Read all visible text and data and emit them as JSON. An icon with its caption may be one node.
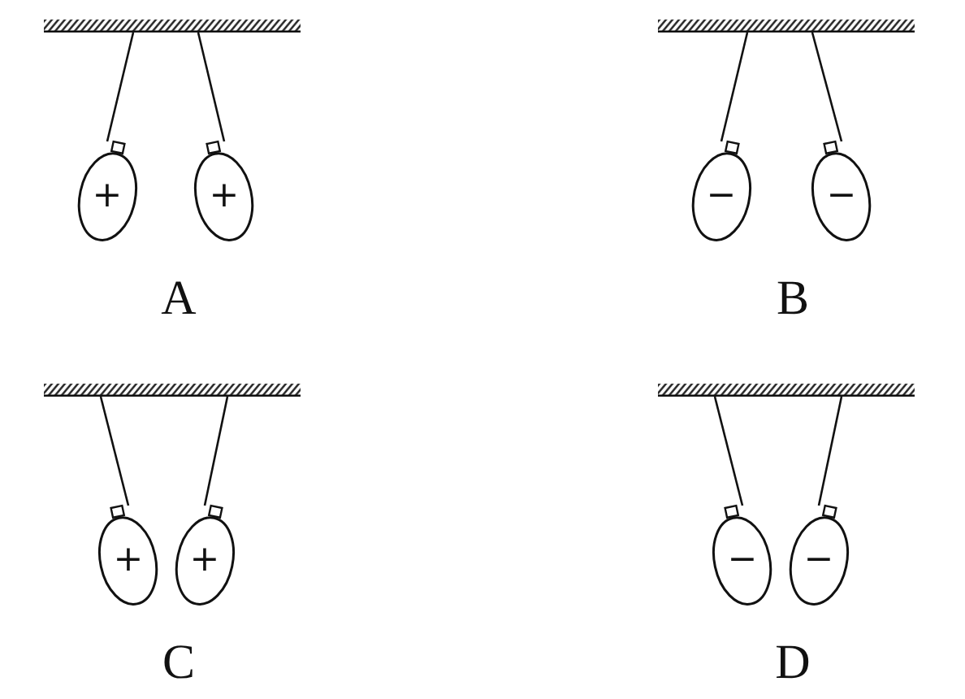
{
  "diagram": {
    "nodes": [
      {
        "text": [],
        "shape": "bar"
      },
      {
        "text": [
          "+"
        ]
      },
      {
        "text": [
          "+"
        ]
      },
      {
        "text": [],
        "shape": "bar"
      },
      {
        "text": [
          "−"
        ]
      },
      {
        "text": [
          "−"
        ]
      },
      {
        "text": [],
        "shape": "bar"
      },
      {
        "text": [
          "+"
        ]
      },
      {
        "text": [
          "+"
        ]
      },
      {
        "text": [],
        "shape": "bar"
      },
      {
        "text": [
          "−"
        ]
      },
      {
        "text": [
          "−"
        ]
      }
    ],
    "edges": [
      {
        "from": 0,
        "to": 1,
        "arrow": "none"
      },
      {
        "from": 0,
        "to": 2,
        "arrow": "none"
      },
      {
        "from": 3,
        "to": 4,
        "arrow": "none"
      },
      {
        "from": 3,
        "to": 5,
        "arrow": "none"
      },
      {
        "from": 6,
        "to": 7,
        "arrow": "none"
      },
      {
        "from": 6,
        "to": 8,
        "arrow": "none"
      },
      {
        "from": 9,
        "to": 10,
        "arrow": "none"
      },
      {
        "from": 9,
        "to": 11,
        "arrow": "none"
      }
    ],
    "labels": [
      "A",
      "B",
      "C",
      "D"
    ]
  }
}
